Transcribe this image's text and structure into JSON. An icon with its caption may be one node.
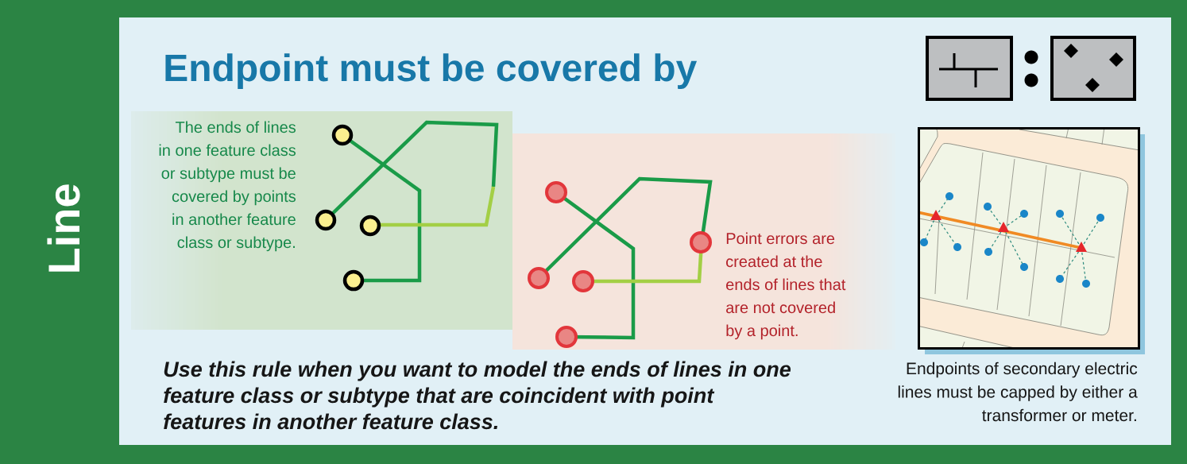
{
  "diagram": {
    "title": "Endpoint must be covered by",
    "nodes": [
      {
        "text": [
          "Line"
        ]
      },
      {
        "text": [
          "The ends of lines in one feature class or subtype must be covered by points in another feature class or subtype."
        ]
      },
      {
        "text": [
          "Point errors are created at the ends of lines that are not covered by a point."
        ]
      },
      {
        "text": [],
        "shape": "picture",
        "beside": [
          "Endpoints of secondary electric lines must be capped by either a transformer or meter."
        ]
      }
    ],
    "labels": [
      "Use this rule when you want to model the ends of lines in one feature class or subtype that are coincident with point features in another feature class."
    ]
  }
}
